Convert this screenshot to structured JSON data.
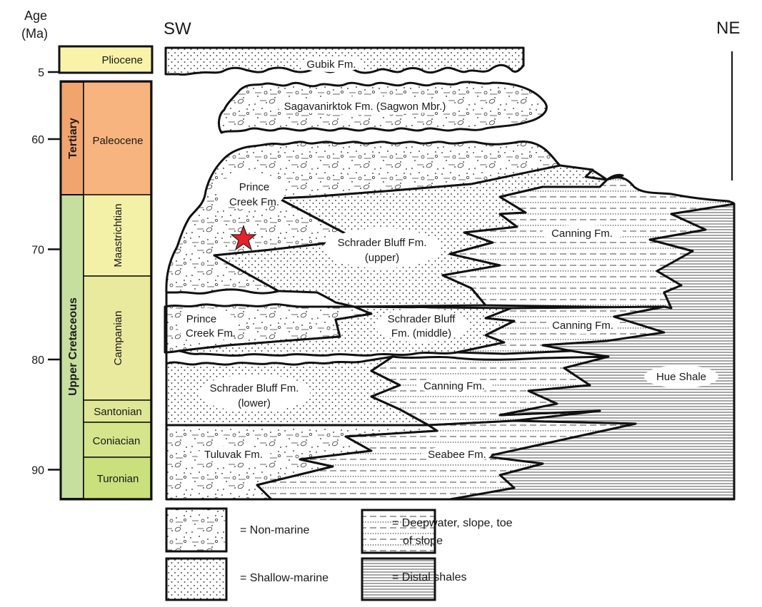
{
  "axis": {
    "title_line1": "Age",
    "title_line2": "(Ma)",
    "ticks": [
      {
        "label": "5",
        "age": 5
      },
      {
        "label": "60",
        "age": 60
      },
      {
        "label": "70",
        "age": 70
      },
      {
        "label": "80",
        "age": 80
      },
      {
        "label": "90",
        "age": 90
      }
    ]
  },
  "timescale": {
    "pliocene": {
      "label": "Pliocene",
      "color": "#f8f3a8"
    },
    "periods": [
      {
        "label": "Tertiary",
        "color": "#f2a46e"
      },
      {
        "label": "Upper Cretaceous",
        "color": "#c6df9e"
      }
    ],
    "stages": [
      {
        "label": "Paleocene",
        "color": "#f8b47e",
        "vertical": false
      },
      {
        "label": "Maastrichtian",
        "color": "#f3f1a8",
        "vertical": true
      },
      {
        "label": "Campanian",
        "color": "#e9ea9e",
        "vertical": true
      },
      {
        "label": "Santonian",
        "color": "#dfe796",
        "vertical": false
      },
      {
        "label": "Coniacian",
        "color": "#d5e58c",
        "vertical": false
      },
      {
        "label": "Turonian",
        "color": "#c9e07c",
        "vertical": false
      }
    ]
  },
  "directions": {
    "left": "SW",
    "right": "NE"
  },
  "formations": {
    "gubik": "Gubik Fm.",
    "sagavanirktok": "Sagavanirktok Fm. (Sagwon Mbr.)",
    "prince_creek_upper_1": "Prince",
    "prince_creek_upper_2": "Creek Fm.",
    "schrader_upper_1": "Schrader Bluff Fm.",
    "schrader_upper_2": "(upper)",
    "canning_upper": "Canning Fm.",
    "prince_creek_lower_1": "Prince",
    "prince_creek_lower_2": "Creek Fm.",
    "schrader_middle_1": "Schrader Bluff",
    "schrader_middle_2": "Fm. (middle)",
    "canning_middle": "Canning Fm.",
    "schrader_lower_1": "Schrader Bluff Fm.",
    "schrader_lower_2": "(lower)",
    "canning_lower": "Canning Fm.",
    "hue_shale": "Hue Shale",
    "tuluvak": "Tuluvak Fm.",
    "seabee": "Seabee Fm."
  },
  "marker": {
    "name": "star",
    "color": "#e8202a"
  },
  "legend": [
    {
      "key": "non-marine",
      "label": "= Non-marine"
    },
    {
      "key": "shallow-marine",
      "label": "= Shallow-marine"
    },
    {
      "key": "deepwater",
      "label_line1": "= Deepwater, slope, toe",
      "label_line2": "of slope"
    },
    {
      "key": "distal-shales",
      "label": "= Distal shales"
    }
  ]
}
